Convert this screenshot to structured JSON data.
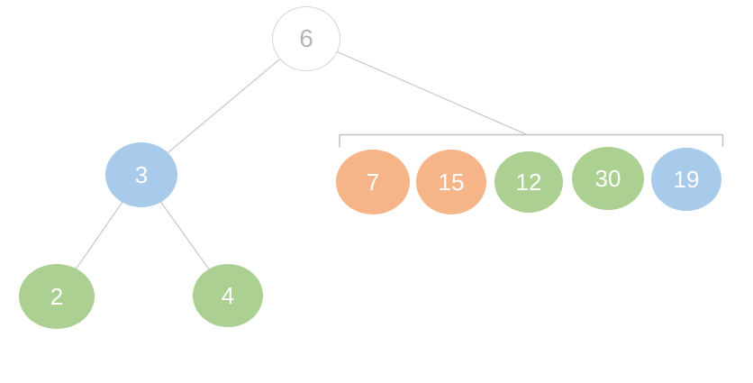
{
  "tree": {
    "root": {
      "label": "6",
      "style": "outline"
    },
    "children": [
      {
        "label": "3",
        "style": "blue",
        "children": [
          {
            "label": "2",
            "style": "green"
          },
          {
            "label": "4",
            "style": "green"
          }
        ]
      }
    ],
    "right_group": {
      "bracketed": true,
      "nodes": [
        {
          "label": "7",
          "style": "orange"
        },
        {
          "label": "15",
          "style": "orange"
        },
        {
          "label": "12",
          "style": "green"
        },
        {
          "label": "30",
          "style": "green"
        },
        {
          "label": "19",
          "style": "blue"
        }
      ]
    }
  },
  "colors": {
    "orange_fill": "#F6B588",
    "green_fill": "#ABD092",
    "blue_fill": "#A8CAEB",
    "outline_node_border": "#D4D4D4",
    "outline_node_text": "#B5B5B5",
    "node_text": "#FFFFFF",
    "edge_line": "#C9C9C9",
    "bracket_line": "#C4C4C4",
    "background": "#FFFFFF"
  }
}
